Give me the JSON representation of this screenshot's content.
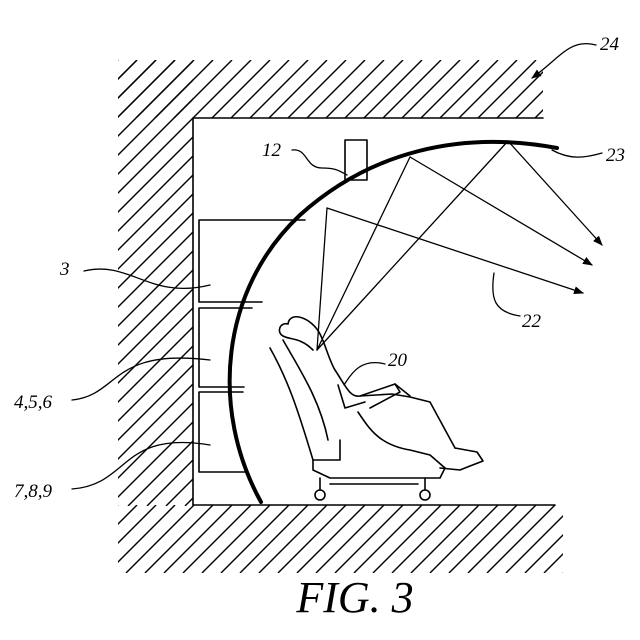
{
  "figure": {
    "caption": "FIG. 3",
    "labels": {
      "ref_24": "24",
      "ref_12": "12",
      "ref_23": "23",
      "ref_3": "3",
      "ref_22": "22",
      "ref_20": "20",
      "ref_4_5_6": "4,5,6",
      "ref_7_8_9": "7,8,9"
    }
  }
}
